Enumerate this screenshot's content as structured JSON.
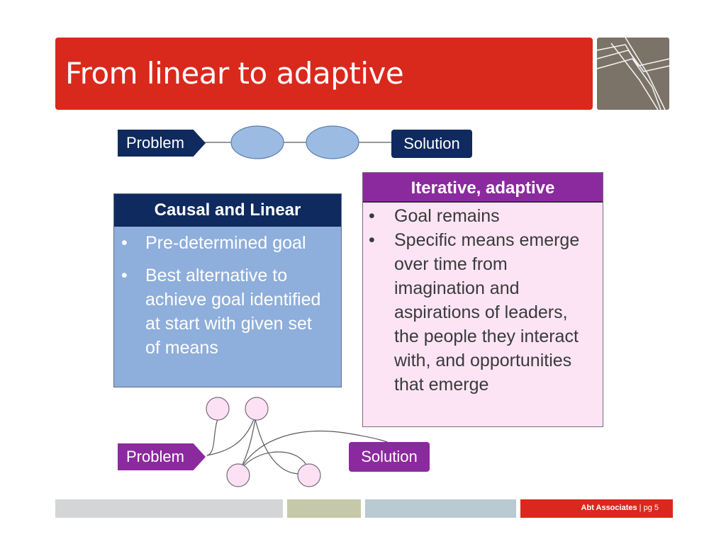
{
  "slide": {
    "title": "From linear to adaptive",
    "top_flow": {
      "problem_label": "Problem",
      "solution_label": "Solution"
    },
    "causal_panel": {
      "heading": "Causal and Linear",
      "bullet_symbol": "•",
      "items": [
        "Pre-determined goal",
        "Best alternative to achieve goal identified at start with given set of means"
      ]
    },
    "adaptive_panel": {
      "heading": "Iterative, adaptive",
      "bullet_symbol": "•",
      "items": [
        "Goal remains",
        "Specific means emerge over time from imagination and aspirations of leaders, the people they interact with, and opportunities that emerge"
      ]
    },
    "bottom_flow": {
      "problem_label": "Problem",
      "solution_label": "Solution"
    },
    "footer": {
      "company": "Abt Associates",
      "separator": "|",
      "page": "pg 5"
    }
  },
  "colors": {
    "title_red": "#d9291c",
    "logo_gray": "#7b7268",
    "navy": "#0f2a5e",
    "light_blue": "#8eaedb",
    "purple": "#8b2a9e",
    "light_pink": "#fce4f4",
    "node_pink": "#fbe1f3"
  }
}
